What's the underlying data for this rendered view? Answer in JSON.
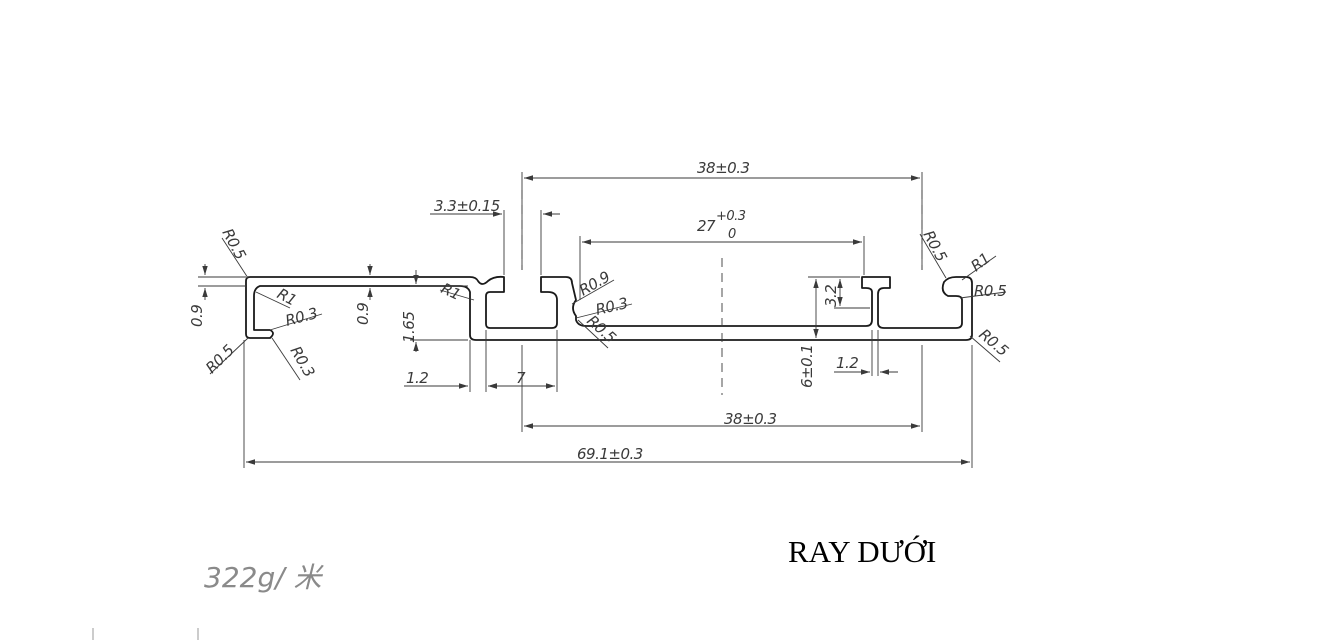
{
  "title": "RAY DƯỚI",
  "weight_note": "322g/ 米",
  "dimensions": {
    "overall_width": "69.1±0.3",
    "top_span": "38±0.3",
    "bottom_span": "38±0.3",
    "center_span_main": "27",
    "center_span_tol_upper": "+0.3",
    "center_span_tol_lower": "0",
    "slot_width": "3.3±0.15",
    "left_lip": "0.9",
    "inner_lip": "0.9",
    "wall_height": "1.65",
    "left_wall": "1.2",
    "slot_depth": "7",
    "right_wall": "1.2",
    "overall_height": "6±0.1",
    "rib_height": "3.2"
  },
  "radii": {
    "r_top_left": "R0.5",
    "r_inner_left": "R1",
    "r_hook_top": "R0.3",
    "r_hook_bottom": "R0.3",
    "r_bottom_left": "R0.5",
    "r_step": "R1",
    "r_slot": "R0.9",
    "r_slot_inner": "R0.3",
    "r_slot_base": "R0.5",
    "r_top_right": "R0.5",
    "r_hook_right": "R1",
    "r_lip_right": "R0.5",
    "r_bottom_right": "R0.5"
  }
}
